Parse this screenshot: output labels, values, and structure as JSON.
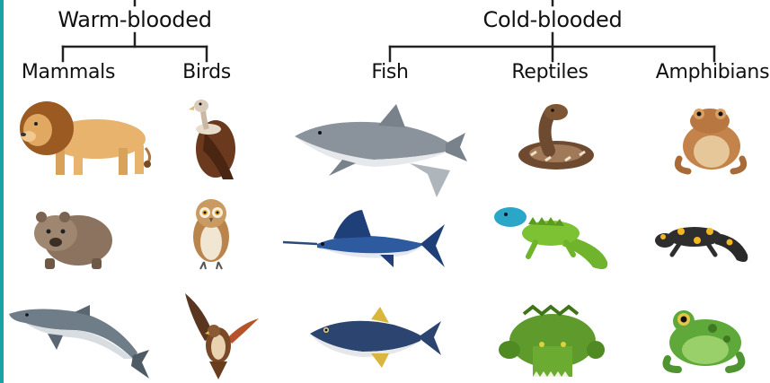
{
  "groups": [
    {
      "label": "Warm-blooded",
      "classes": [
        "Mammals",
        "Birds"
      ]
    },
    {
      "label": "Cold-blooded",
      "classes": [
        "Fish",
        "Reptiles",
        "Amphibians"
      ]
    }
  ],
  "animals": {
    "mammals": [
      "lion-illustration",
      "wombat-illustration",
      "dolphin-illustration"
    ],
    "birds": [
      "vulture-illustration",
      "owl-illustration",
      "hawk-illustration"
    ],
    "fish": [
      "shark-illustration",
      "marlin-illustration",
      "tuna-illustration"
    ],
    "reptiles": [
      "snake-illustration",
      "iguana-illustration",
      "crocodile-illustration"
    ],
    "amphibians": [
      "toad-illustration",
      "salamander-illustration",
      "frog-illustration"
    ]
  }
}
